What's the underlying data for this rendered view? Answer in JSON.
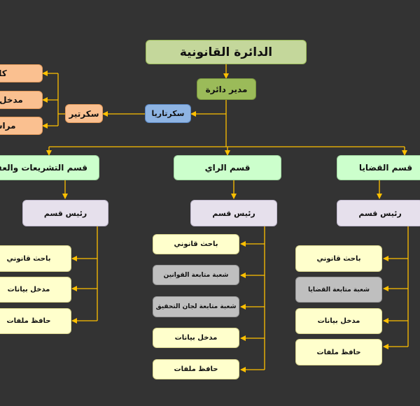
{
  "title": "الدائرة القانونية",
  "manager": "مدير دائرة",
  "secretariat": "سكرتاريا",
  "secretary": "سكرتير",
  "clerks": [
    "كاتب",
    "مدخل بيا",
    "مراسل"
  ],
  "sections": {
    "disputes": {
      "name": "قسم القضايا",
      "head": "رئيس قسم",
      "staff": [
        "باحث قانوني",
        "شعبة متابعة القضايا",
        "مدخل بيانات",
        "حافظ ملفات"
      ]
    },
    "opinion": {
      "name": "قسم الراي",
      "head": "رئيس قسم",
      "staff": [
        "باحث قانوني",
        "شعبة متابعة القوانين",
        "شعبة متابعة لجان التحقيق",
        "مدخل بيانات",
        "حافظ ملفات"
      ]
    },
    "legislation": {
      "name": "قسم التشريعات والعقود",
      "head": "رئيس قسم",
      "staff": [
        "باحث قانوني",
        "مدخل بيانات",
        "حافظ ملفات"
      ]
    }
  },
  "colors": {
    "background": "#333333",
    "connector": "#ffc000",
    "title_fill": "#c4d79b",
    "manager_fill": "#9bbb59",
    "secretariat_fill": "#8eb4e3",
    "secretary_fill": "#fac090",
    "section_fill": "#ccffcc",
    "head_fill": "#e6e0ec",
    "staff_fill": "#ffffcc",
    "unit_fill": "#bfbfbf"
  }
}
